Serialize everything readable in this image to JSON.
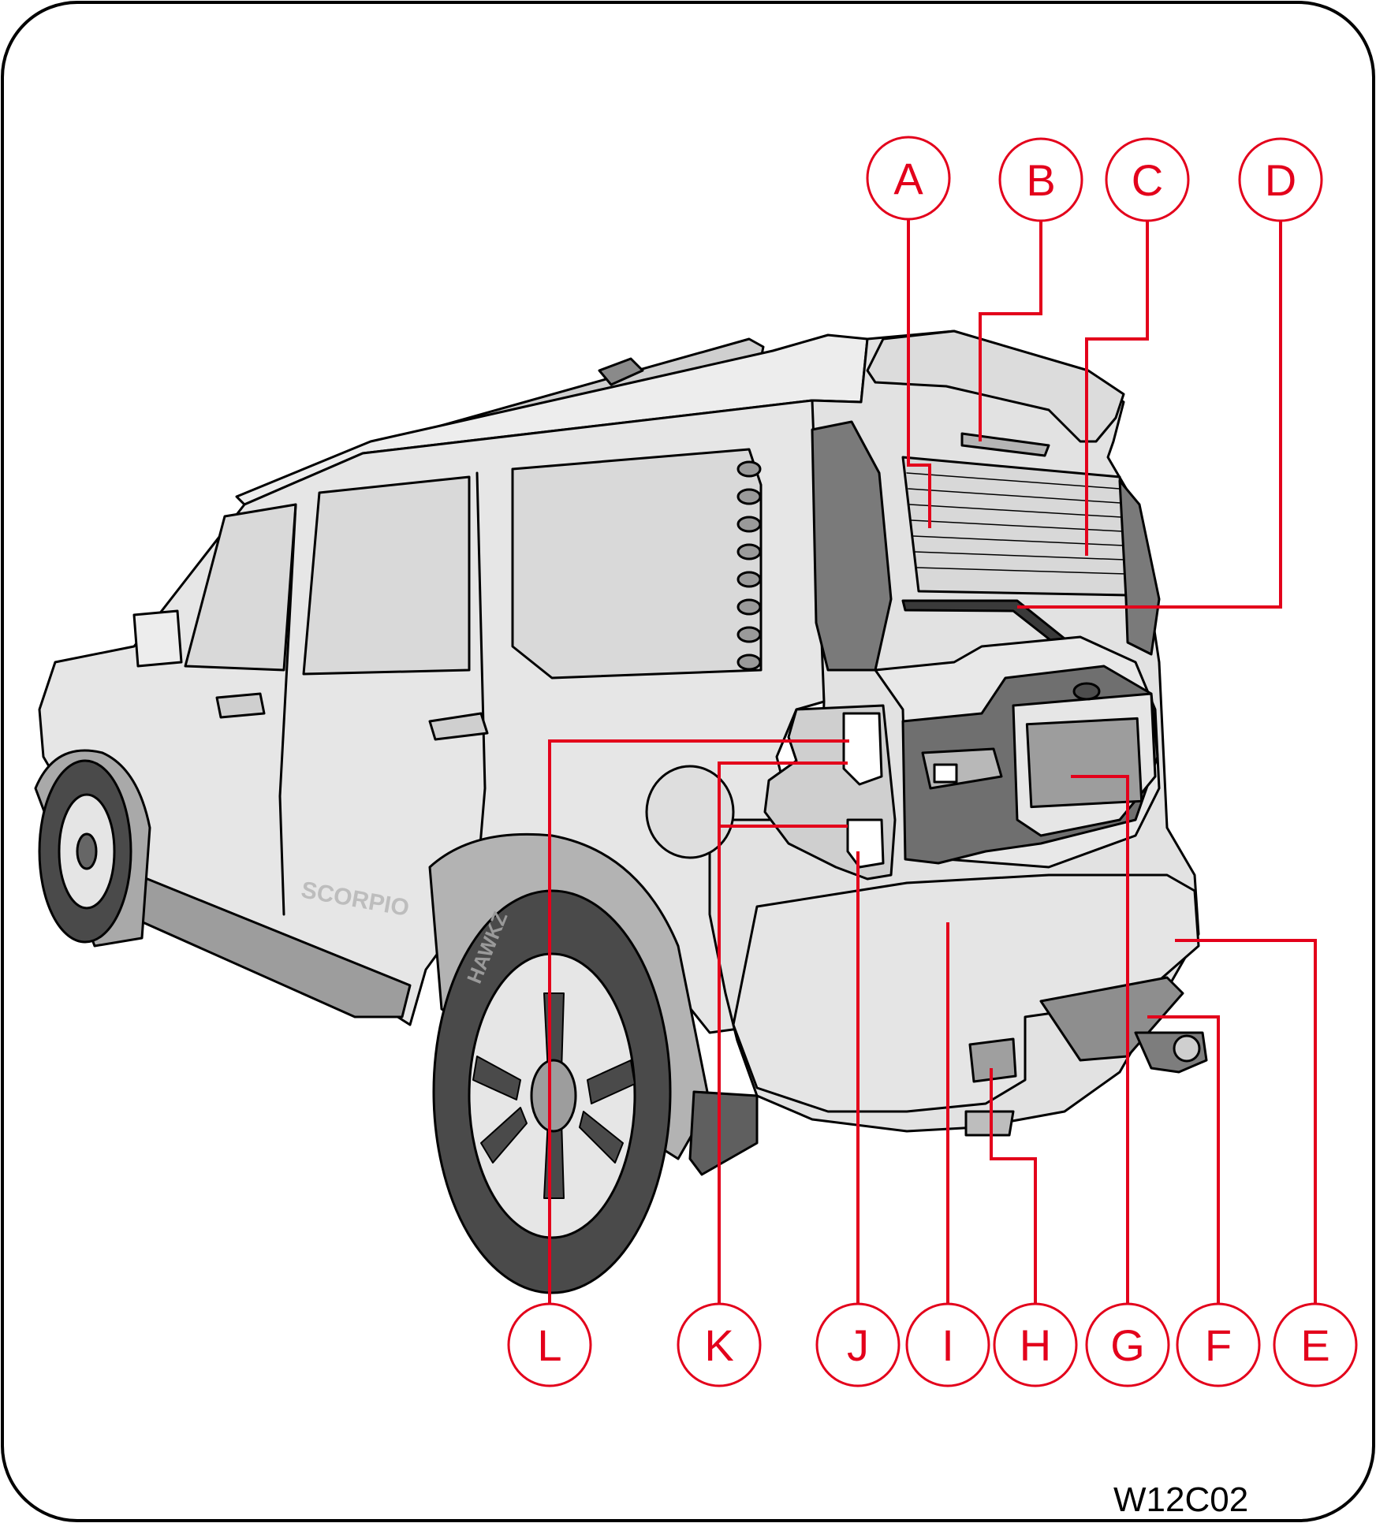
{
  "figure_code": "W12C02",
  "vehicle_badge": "SCORPIO",
  "tyre_text": "HAWKZ",
  "colors": {
    "callout": "#e3001b",
    "outline": "#000000",
    "body_fill": "#e6e6e6",
    "glass_fill": "#d6d6d6",
    "dark_fill": "#6f6f6f",
    "tyre_fill": "#4a4a4a"
  },
  "callouts": [
    {
      "id": "A",
      "label": "A"
    },
    {
      "id": "B",
      "label": "B"
    },
    {
      "id": "C",
      "label": "C"
    },
    {
      "id": "D",
      "label": "D"
    },
    {
      "id": "E",
      "label": "E"
    },
    {
      "id": "F",
      "label": "F"
    },
    {
      "id": "G",
      "label": "G"
    },
    {
      "id": "H",
      "label": "H"
    },
    {
      "id": "I",
      "label": "I"
    },
    {
      "id": "J",
      "label": "J"
    },
    {
      "id": "K",
      "label": "K"
    },
    {
      "id": "L",
      "label": "L"
    }
  ]
}
